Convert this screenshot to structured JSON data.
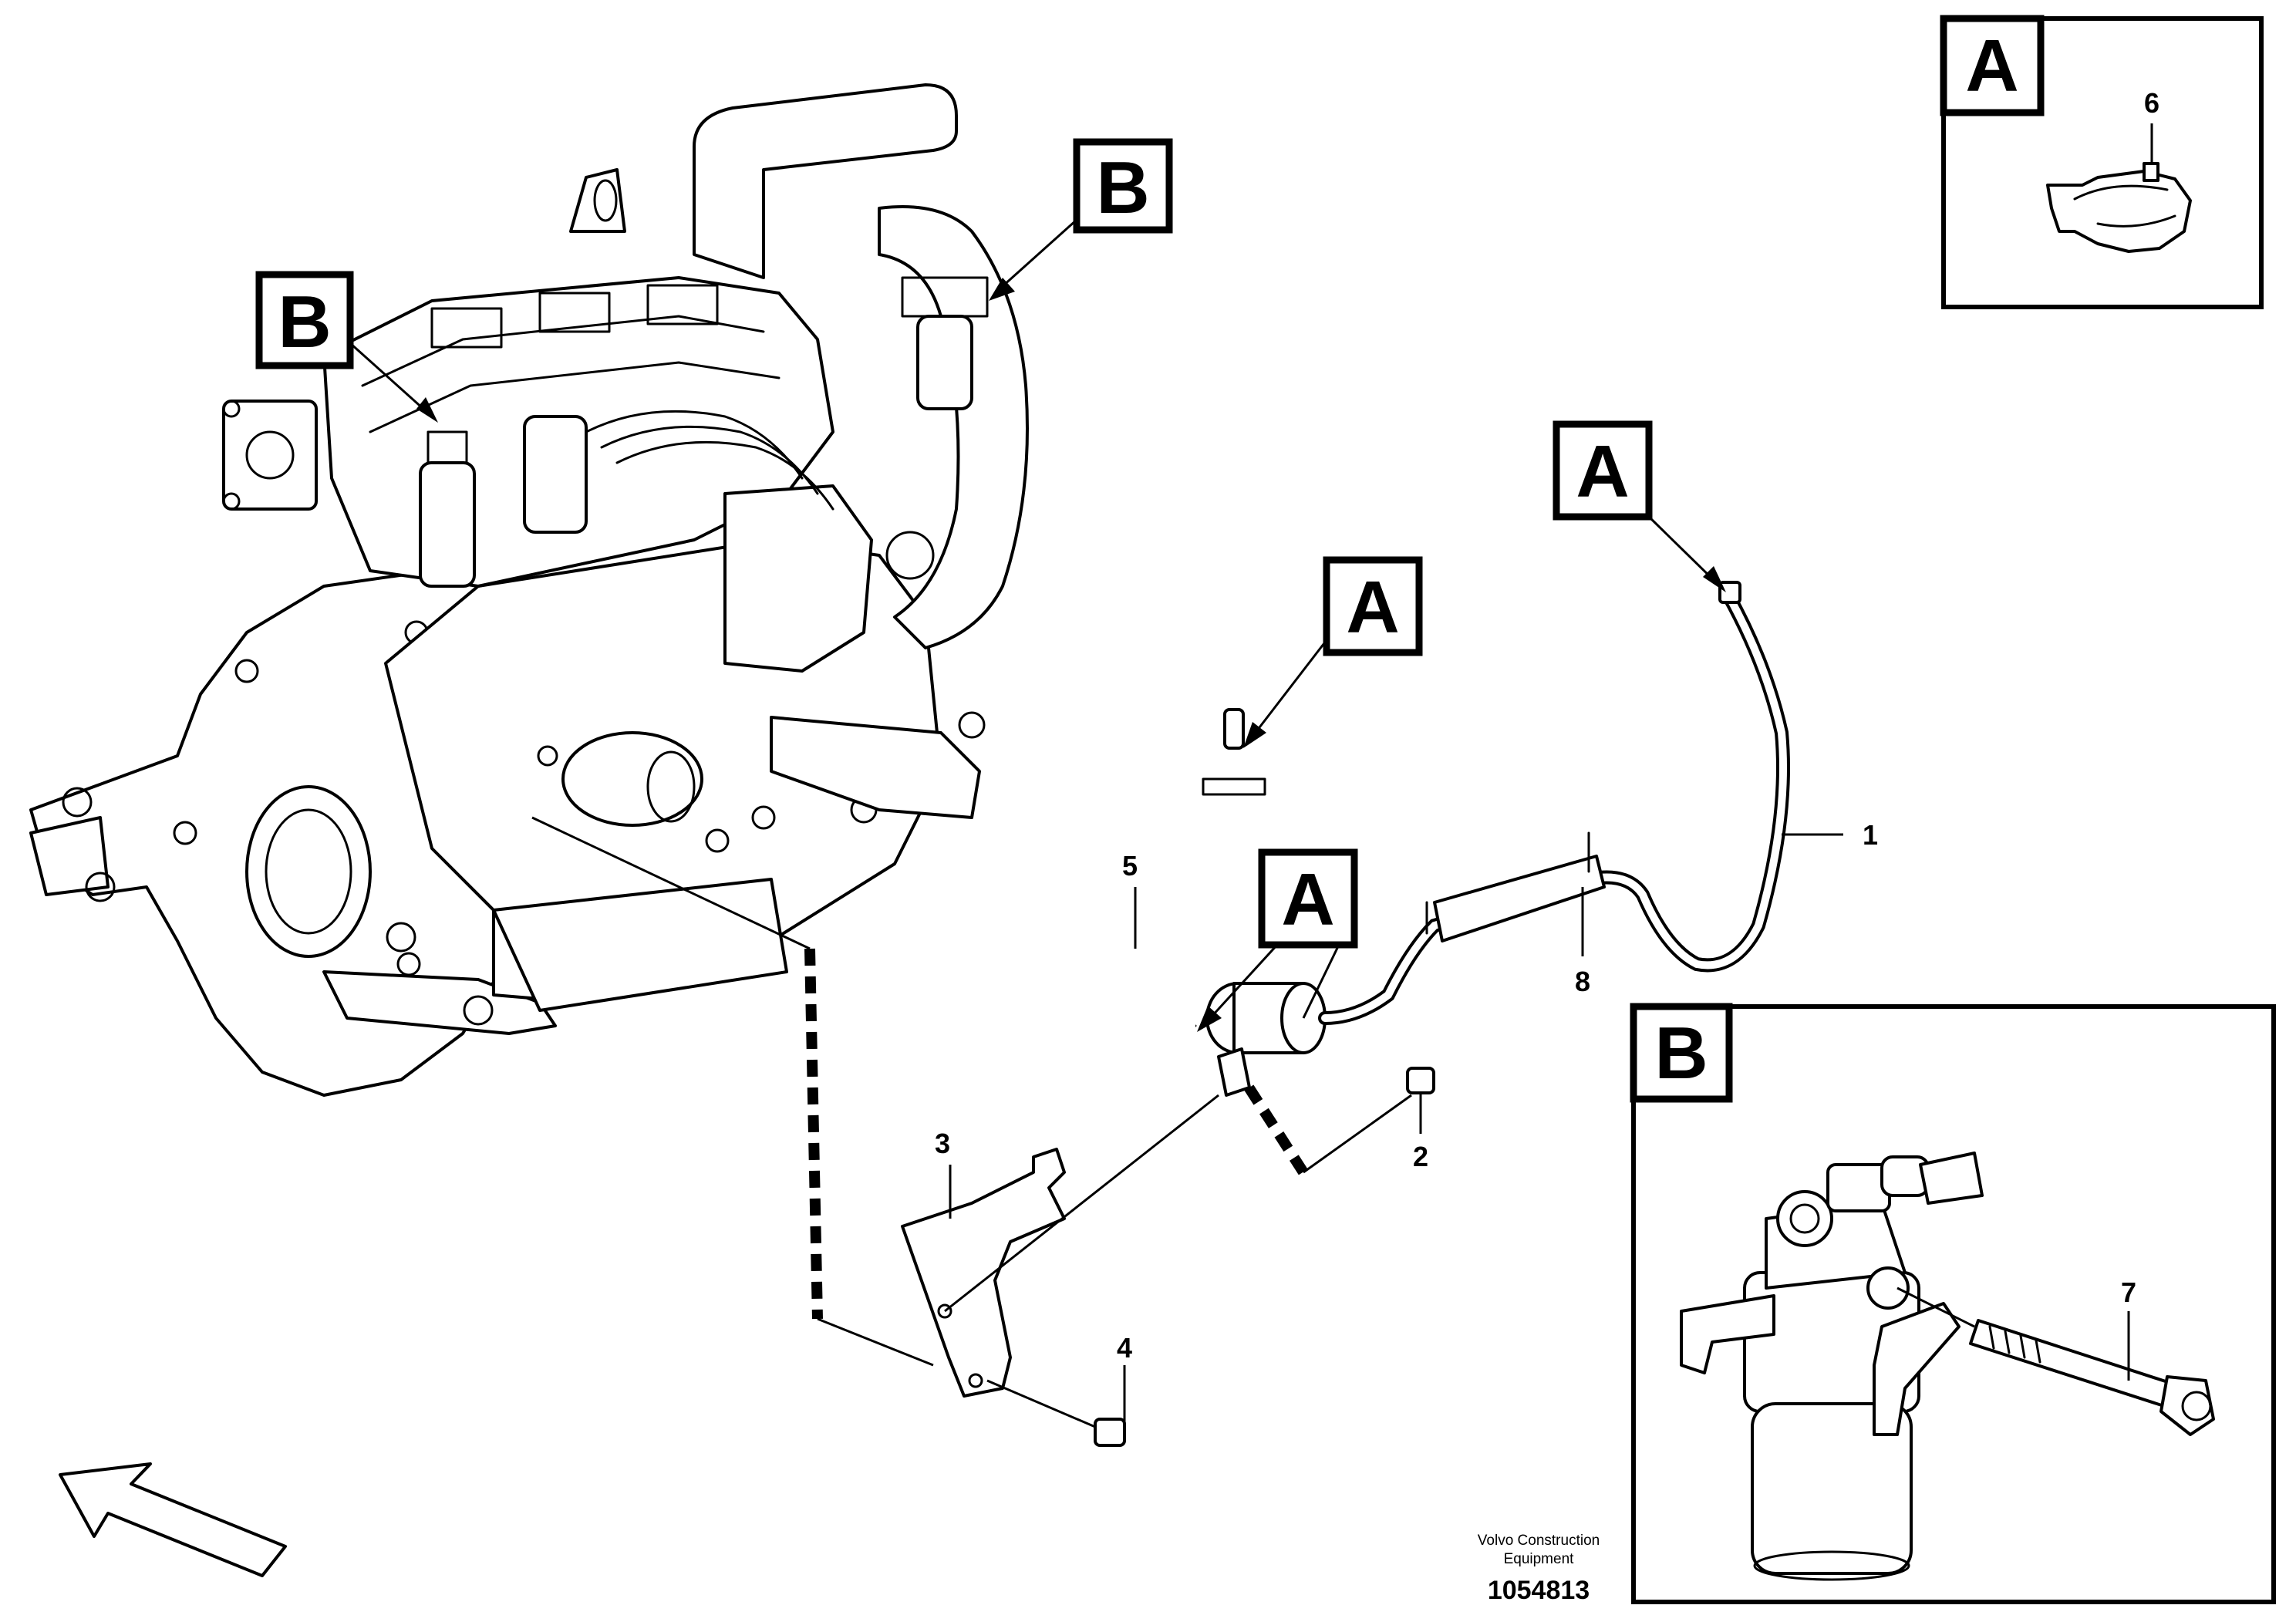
{
  "callouts": {
    "a_inset": "A",
    "b_inset": "B",
    "b_engine_left": "B",
    "b_engine_right": "B",
    "a_hose_top": "A",
    "a_hose_mid": "A",
    "a_filter": "A"
  },
  "parts": {
    "p1": "1",
    "p2": "2",
    "p3": "3",
    "p4": "4",
    "p5": "5",
    "p6": "6",
    "p7": "7",
    "p8": "8"
  },
  "footer": {
    "maker_line1": "Volvo Construction",
    "maker_line2": "Equipment",
    "drawing_number": "1054813"
  }
}
